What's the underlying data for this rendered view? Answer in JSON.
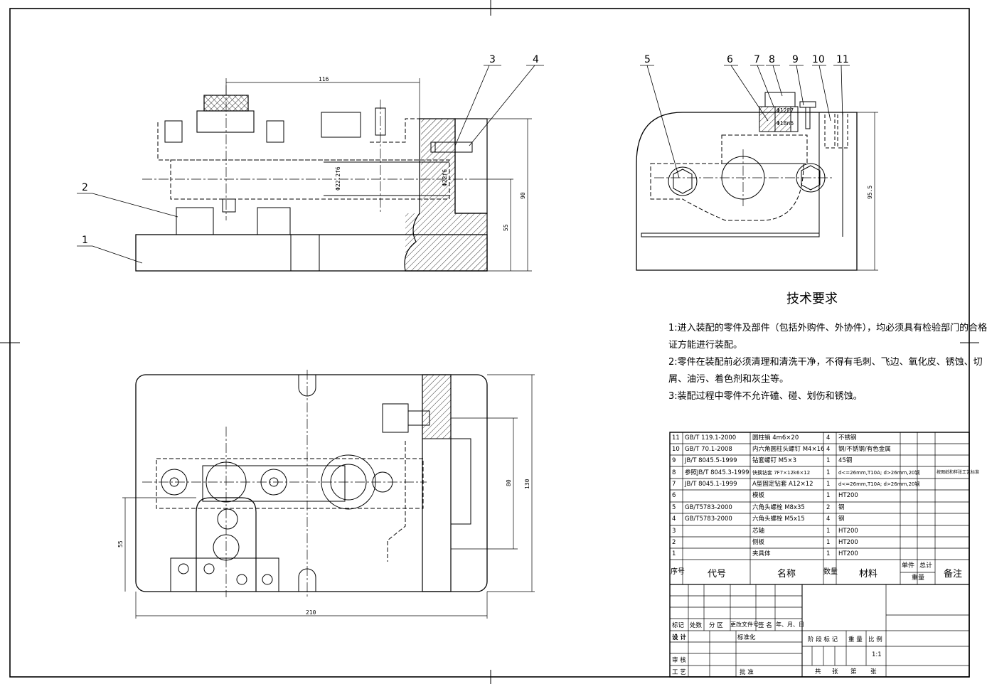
{
  "callouts": {
    "front": [
      "1",
      "2",
      "3",
      "4"
    ],
    "side": [
      "5",
      "6",
      "7",
      "8",
      "9",
      "10",
      "11"
    ]
  },
  "dimensions": {
    "front_length": "116",
    "front_height": "90",
    "front_center": "55",
    "front_dia_core": "Φ22.2f6",
    "front_dia_end": "Φ22f6",
    "side_height": "95.5",
    "side_dia_a": "Φ12F7",
    "side_dia_b": "Φ18n6",
    "top_width": "210",
    "top_height": "130",
    "top_span": "80",
    "top_offset": "55"
  },
  "tech": {
    "title": "技术要求",
    "lines": [
      "1:进入装配的零件及部件（包括外购件、外协件），均必须具有检验部门的合格",
      "证方能进行装配。",
      "2:零件在装配前必须清理和清洗干净，不得有毛刺、飞边、氧化皮、锈蚀、切",
      "屑、油污、着色剂和灰尘等。",
      "3:装配过程中零件不允许磕、碰、划伤和锈蚀。"
    ]
  },
  "bom": {
    "rows": [
      {
        "no": "11",
        "code": "GB/T 119.1-2000",
        "name": "圆柱销  4m6×20",
        "qty": "4",
        "material": "不锈钢",
        "note": ""
      },
      {
        "no": "10",
        "code": "GB/T 70.1-2008",
        "name": "内六角圆柱头螺钉 M4×16",
        "qty": "4",
        "material": "钢/不锈钢/有色金属",
        "note": ""
      },
      {
        "no": "9",
        "code": "JB/T 8045.5-1999",
        "name": "钻套螺钉 M5×3",
        "qty": "1",
        "material": "45钢",
        "note": ""
      },
      {
        "no": "8",
        "code": "参照JB/T 8045.3-1999",
        "name": "快换钻套 7F7×12k6×12",
        "qty": "1",
        "material": "d<=26mm,T10A; d>26mm,20钢",
        "note": "按图纸和样张工艺标准"
      },
      {
        "no": "7",
        "code": "JB/T 8045.1-1999",
        "name": "A型固定钻套 A12×12",
        "qty": "1",
        "material": "d<=26mm,T10A; d>26mm,20钢",
        "note": ""
      },
      {
        "no": "6",
        "code": "",
        "name": "模板",
        "qty": "1",
        "material": "HT200",
        "note": ""
      },
      {
        "no": "5",
        "code": "GB/T5783-2000",
        "name": "六角头螺栓 M8x35",
        "qty": "2",
        "material": "钢",
        "note": ""
      },
      {
        "no": "4",
        "code": "GB/T5783-2000",
        "name": "六角头螺栓 M5x15",
        "qty": "4",
        "material": "钢",
        "note": ""
      },
      {
        "no": "3",
        "code": "",
        "name": "芯轴",
        "qty": "1",
        "material": "HT200",
        "note": ""
      },
      {
        "no": "2",
        "code": "",
        "name": "侧板",
        "qty": "1",
        "material": "HT200",
        "note": ""
      },
      {
        "no": "1",
        "code": "",
        "name": "夹具体",
        "qty": "1",
        "material": "HT200",
        "note": ""
      }
    ],
    "header": {
      "no": "序号",
      "code": "代号",
      "name": "名称",
      "qty": "数量",
      "material": "材料",
      "unit_weight": "单件",
      "total_weight": "总计",
      "weight": "重量",
      "note": "备注"
    }
  },
  "title_block": {
    "mark": "标记",
    "count": "处数",
    "zone": "分 区",
    "change_doc": "更改文件号",
    "sign": "签 名",
    "date": "年、月、日",
    "design": "设 计",
    "standardize": "标准化",
    "stage_mark": "阶 段 标 记",
    "weight": "重 量",
    "scale": "比 例",
    "scale_value": "1:1",
    "review": "审 核",
    "process": "工 艺",
    "approve": "批 准",
    "total": "共",
    "sheets": "张",
    "sheet_no": "第",
    "sheet_unit": "张"
  }
}
